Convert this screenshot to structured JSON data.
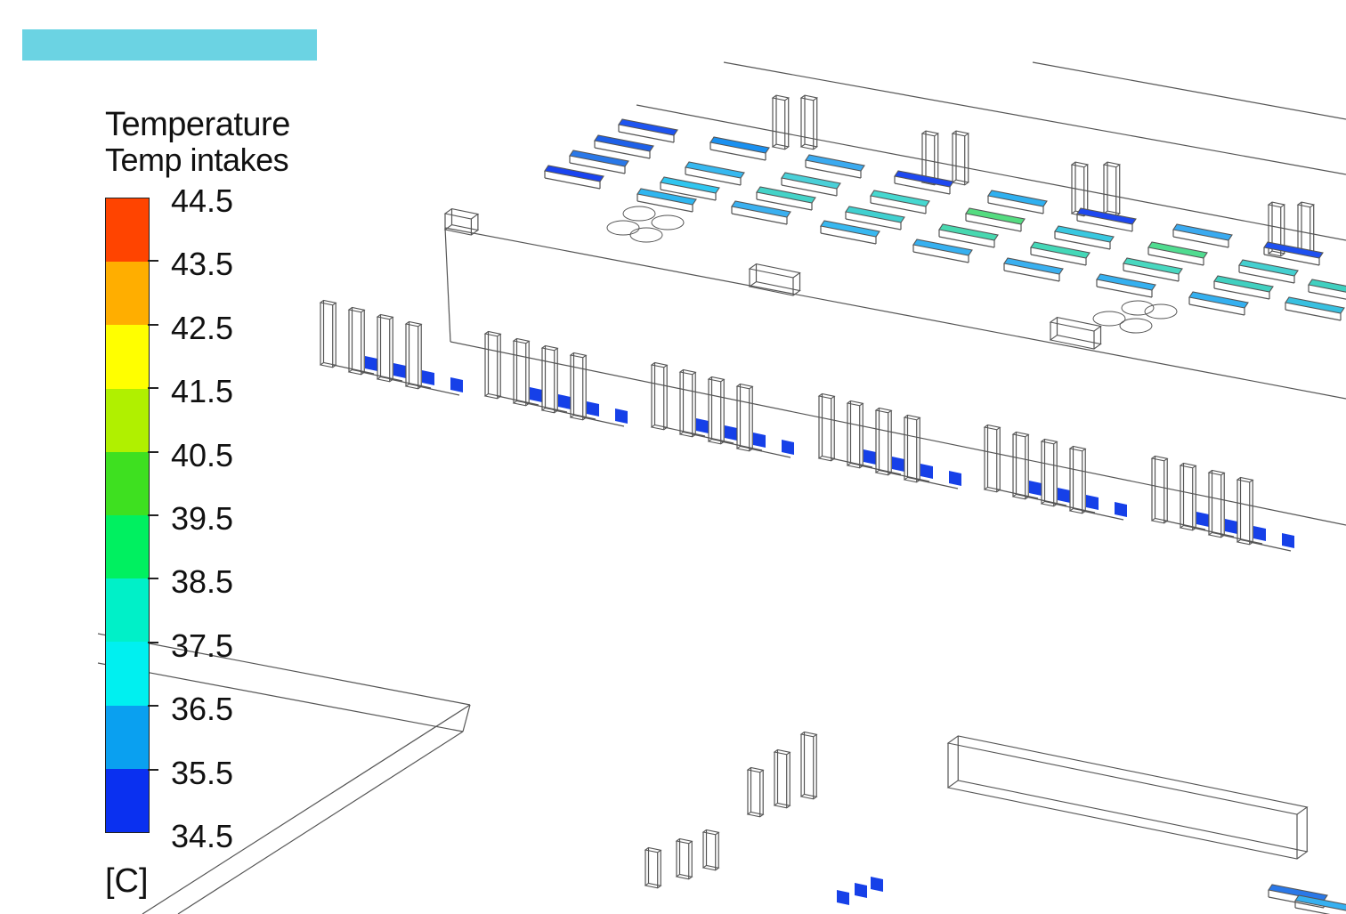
{
  "colors": {
    "header_bar": "#6bd3e3",
    "wire": "#555555",
    "colormap": [
      "#0a30f0",
      "#0a8ff0",
      "#00e8f0",
      "#00f0c0",
      "#00f070",
      "#30e020",
      "#a0f010",
      "#e8f000",
      "#ffff00",
      "#ffb000",
      "#ff5000"
    ]
  },
  "legend": {
    "title": "Temperature",
    "subtitle": "Temp intakes",
    "unit": "[C]",
    "ticks": [
      "44.5",
      "43.5",
      "42.5",
      "41.5",
      "40.5",
      "39.5",
      "38.5",
      "37.5",
      "36.5",
      "35.5",
      "34.5"
    ]
  }
}
